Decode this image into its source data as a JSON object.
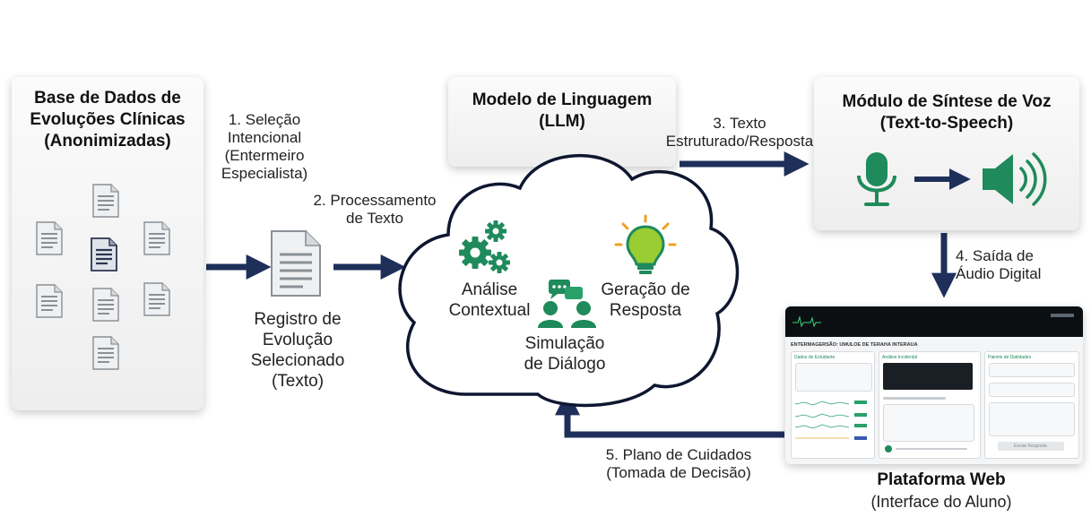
{
  "nodes": {
    "database": {
      "title": "Base de Dados de\nEvoluções Clínicas\n(Anonimizadas)"
    },
    "llm": {
      "title": "Modelo de Linguagem\n(LLM)",
      "analysis": "Análise\nContextual",
      "generation": "Geração de\nResposta",
      "simulation": "Simulação\nde Diálogo"
    },
    "tts": {
      "title": "Módulo de Síntese de Voz\n(Text-to-Speech)"
    },
    "record": {
      "label": "Registro de\nEvolução\nSelecionado\n(Texto)"
    },
    "web": {
      "title": "Plataforma Web",
      "subtitle": "(Interface do Aluno)"
    }
  },
  "steps": {
    "step1": "1. Seleção\nIntencional\n(Entermeiro\nEspecialista)",
    "step2": "2. Processamento\nde Texto",
    "step3": "3. Texto\nEstruturado/Resposta",
    "step4": "4. Saída de\nÁudio Digital",
    "step5": "5. Plano de Cuidados\n(Tomada de Decisão)"
  },
  "mockup": {
    "header": "ENTERMAGERSÃO: UMULOE DE TERAHA INTERAUA",
    "left_title": "Dados do Estudante",
    "middle_title": "Análise Incidental",
    "right_title": "Painéis de Dialidades",
    "button": "Enviar Resposta"
  },
  "colors": {
    "arrow": "#1e2f5a",
    "green": "#1f8a5b",
    "bulb": "#9acd32"
  }
}
